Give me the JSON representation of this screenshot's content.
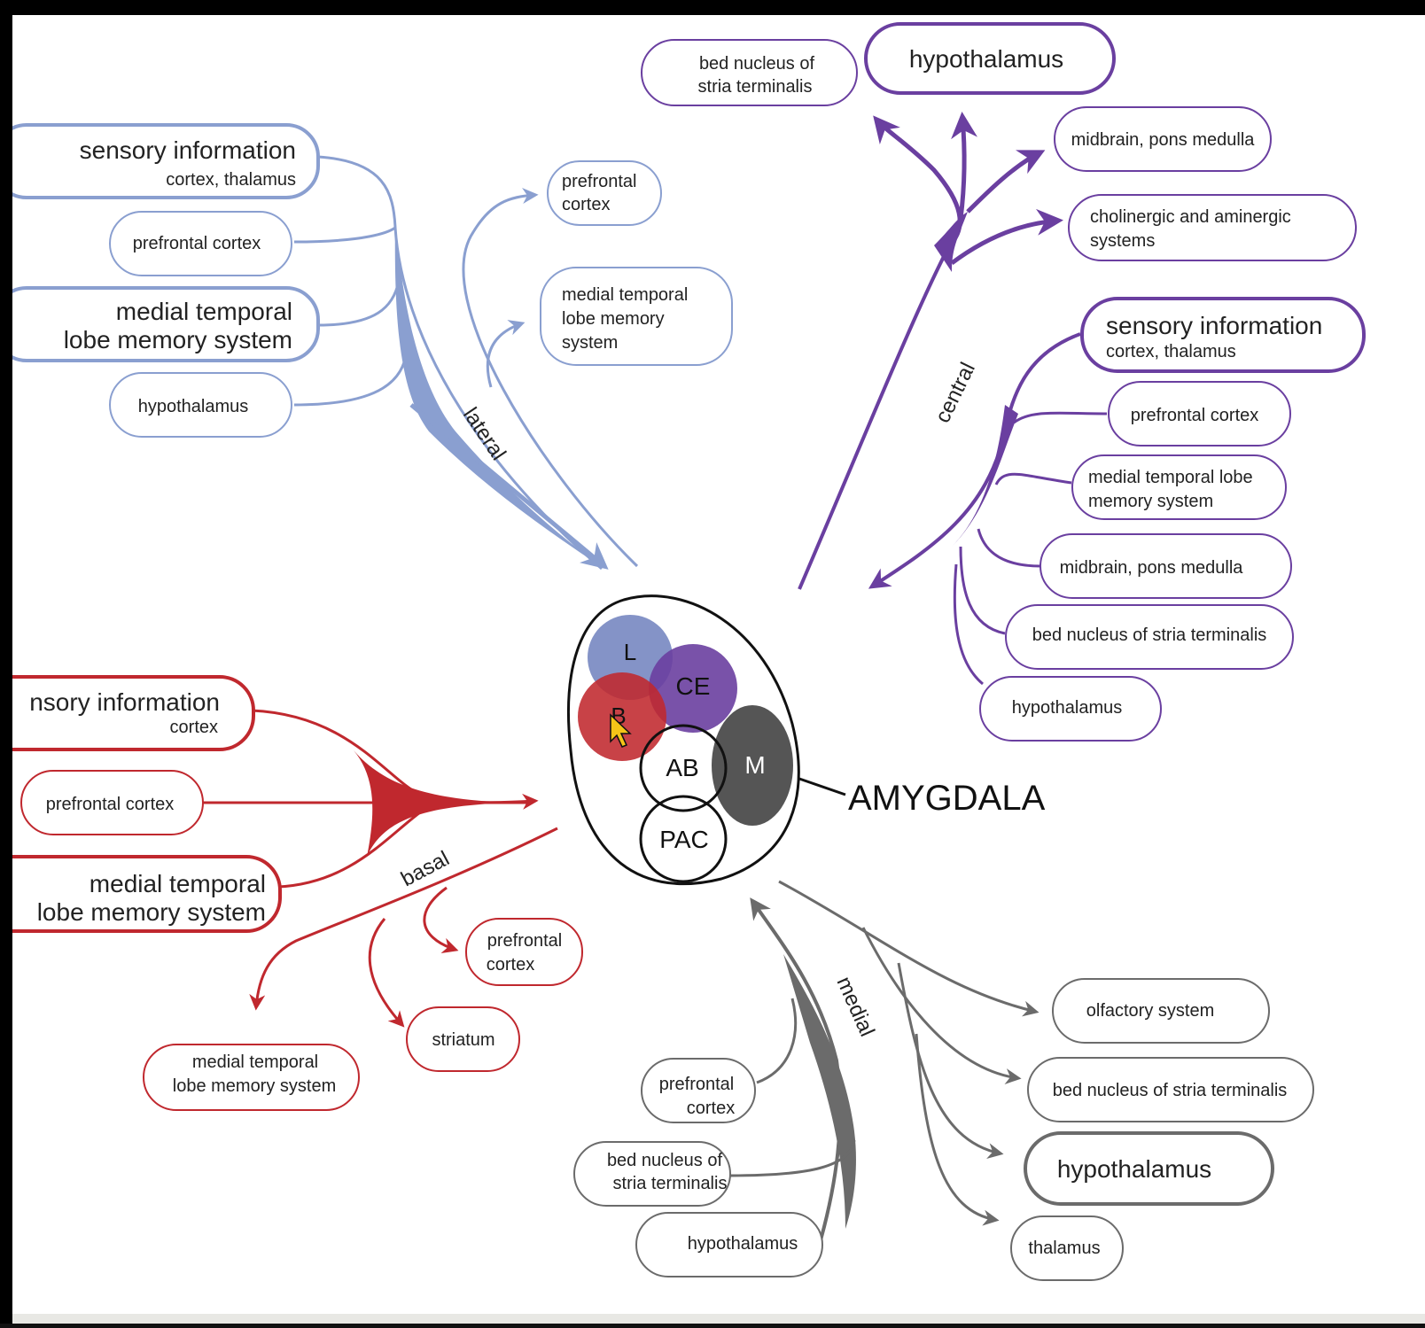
{
  "title": "AMYGDALA",
  "colors": {
    "lateral": "#8a9fd0",
    "central": "#6a3fa0",
    "basal": "#c0282e",
    "medial": "#6b6b6b"
  },
  "nuclei": {
    "L": "L",
    "CE": "CE",
    "B": "B",
    "AB": "AB",
    "M": "M",
    "PAC": "PAC"
  },
  "pathways": {
    "lateral": "lateral",
    "central": "central",
    "basal": "basal",
    "medial": "medial"
  },
  "lateral": {
    "inputs": [
      {
        "main": "sensory information",
        "sub": "cortex, thalamus"
      },
      {
        "main": "prefrontal cortex"
      },
      {
        "main": "medial temporal",
        "main2": "lobe memory system"
      },
      {
        "main": "hypothalamus"
      }
    ],
    "outputs": [
      {
        "line1": "prefrontal",
        "line2": "cortex"
      },
      {
        "line1": "medial temporal",
        "line2": "lobe memory",
        "line3": "system"
      }
    ]
  },
  "central": {
    "outputs": [
      {
        "line1": "bed nucleus of",
        "line2": "stria terminalis"
      },
      {
        "main": "hypothalamus"
      },
      {
        "main": "midbrain, pons medulla"
      },
      {
        "line1": "cholinergic and aminergic",
        "line2": "systems"
      }
    ],
    "inputs": [
      {
        "main": "sensory information",
        "sub": "cortex, thalamus"
      },
      {
        "main": "prefrontal cortex"
      },
      {
        "line1": "medial temporal lobe",
        "line2": "memory system"
      },
      {
        "main": "midbrain, pons medulla"
      },
      {
        "main": "bed nucleus of stria terminalis"
      },
      {
        "main": "hypothalamus"
      }
    ]
  },
  "basal": {
    "inputs": [
      {
        "main": "nsory information",
        "sub": "cortex"
      },
      {
        "main": "prefrontal cortex"
      },
      {
        "main": "medial temporal",
        "main2": "lobe memory system"
      }
    ],
    "outputs": [
      {
        "line1": "prefrontal",
        "line2": "cortex"
      },
      {
        "main": "striatum"
      },
      {
        "line1": "medial temporal",
        "line2": "lobe memory system"
      }
    ]
  },
  "medial": {
    "inputs": [
      {
        "line1": "prefrontal",
        "line2": "cortex"
      },
      {
        "line1": "bed nucleus of",
        "line2": "stria terminalis"
      },
      {
        "main": "hypothalamus"
      }
    ],
    "outputs": [
      {
        "main": "olfactory system"
      },
      {
        "main": "bed nucleus of stria terminalis"
      },
      {
        "main": "hypothalamus"
      },
      {
        "main": "thalamus"
      }
    ]
  }
}
